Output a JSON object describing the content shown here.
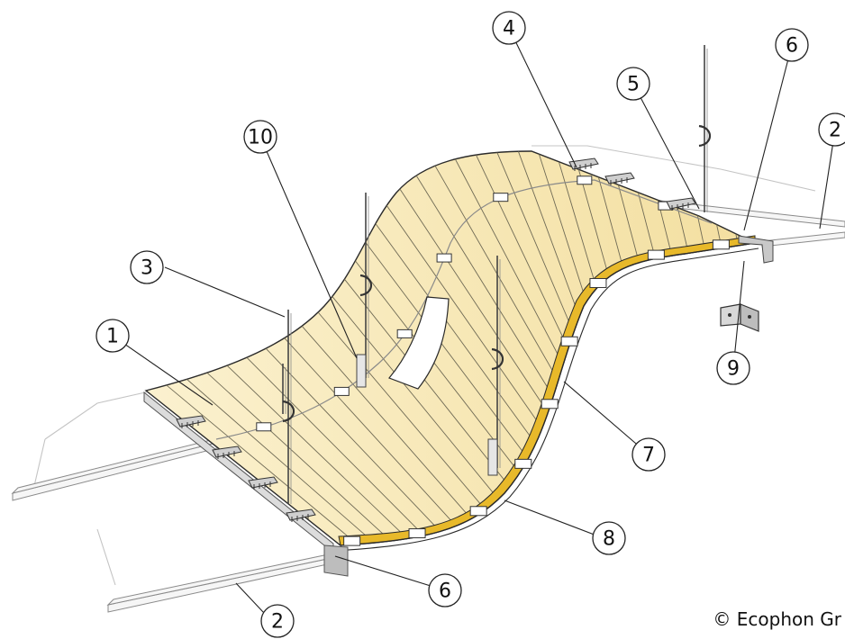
{
  "diagram": {
    "callouts": [
      {
        "id": "c1",
        "label": "1"
      },
      {
        "id": "c2a",
        "label": "2"
      },
      {
        "id": "c2b",
        "label": "2"
      },
      {
        "id": "c3",
        "label": "3"
      },
      {
        "id": "c4",
        "label": "4"
      },
      {
        "id": "c5",
        "label": "5"
      },
      {
        "id": "c6a",
        "label": "6"
      },
      {
        "id": "c6b",
        "label": "6"
      },
      {
        "id": "c7",
        "label": "7"
      },
      {
        "id": "c8",
        "label": "8"
      },
      {
        "id": "c9",
        "label": "9"
      },
      {
        "id": "c10",
        "label": "10"
      }
    ],
    "copyright": "© Ecophon Gr",
    "colors": {
      "panel_light": "#fbf1cf",
      "panel_mid": "#f3dfa0",
      "panel_edge": "#e8b92a",
      "outline": "#2a2a2a",
      "frame_gray": "#9a9a9a"
    }
  }
}
